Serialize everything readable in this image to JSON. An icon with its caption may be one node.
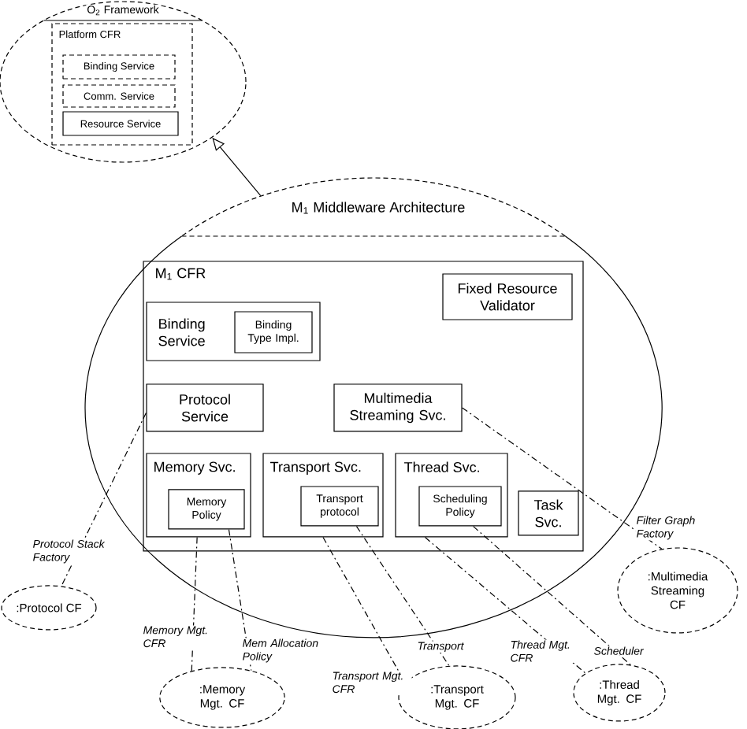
{
  "diagram": {
    "nodes": [
      {
        "text": [
          "O$_{2}$ Framework"
        ]
      },
      {
        "text": [
          "Platform CFR"
        ],
        "in": 0
      },
      {
        "text": [
          "Binding Service"
        ],
        "in": 1
      },
      {
        "text": [
          "Comm. Service"
        ],
        "in": 1
      },
      {
        "text": [
          "Resource Service"
        ],
        "in": 1
      },
      {
        "text": [
          "M$_{1}$ Middleware Architecture"
        ]
      },
      {
        "text": [
          "M$_{1}$ CFR"
        ],
        "in": 5
      },
      {
        "text": [
          "Binding Service"
        ],
        "in": 6
      },
      {
        "text": [
          "Binding Type Impl."
        ],
        "in": 7
      },
      {
        "text": [
          "Fixed Resource Validator"
        ],
        "in": 6
      },
      {
        "text": [
          "Protocol Service"
        ],
        "in": 6
      },
      {
        "text": [
          "Multimedia Streaming Svc."
        ],
        "in": 6
      },
      {
        "text": [
          "Memory Svc."
        ],
        "in": 6
      },
      {
        "text": [
          "Memory Policy"
        ],
        "in": 12
      },
      {
        "text": [
          "Transport Svc."
        ],
        "in": 6
      },
      {
        "text": [
          "Transport protocol"
        ],
        "in": 14
      },
      {
        "text": [
          "Thread Svc."
        ],
        "in": 6
      },
      {
        "text": [
          "Scheduling Policy"
        ],
        "in": 16
      },
      {
        "text": [
          "Task Svc."
        ],
        "in": 6
      },
      {
        "text": [
          ":Protocol CF"
        ]
      },
      {
        "text": [
          ":Memory Mgt. CF"
        ]
      },
      {
        "text": [
          ":Transport Mgt. CF"
        ]
      },
      {
        "text": [
          ":Thread Mgt. CF"
        ]
      },
      {
        "text": [
          ":Multimedia Streaming CF"
        ]
      }
    ],
    "edges": [
      {
        "from": 5,
        "to": 0,
        "arrow": "to"
      },
      {
        "from": 10,
        "to": 19,
        "arrow": "none",
        "label": "Protocol Stack Factory",
        "style": "dashed"
      },
      {
        "from": 12,
        "to": 20,
        "arrow": "none",
        "label": "Memory Mgt. CFR",
        "style": "dashed"
      },
      {
        "from": 13,
        "to": 20,
        "arrow": "none",
        "label": "Mem Allocation Policy",
        "style": "dashed"
      },
      {
        "from": 14,
        "to": 21,
        "arrow": "none",
        "label": "Transport Mgt. CFR",
        "style": "dashed"
      },
      {
        "from": 15,
        "to": 21,
        "arrow": "none",
        "label": "Transport",
        "style": "dashed"
      },
      {
        "from": 16,
        "to": 22,
        "arrow": "none",
        "label": "Thread Mgt. CFR",
        "style": "dashed"
      },
      {
        "from": 17,
        "to": 22,
        "arrow": "none",
        "label": "Scheduler",
        "style": "dashed"
      },
      {
        "from": 11,
        "to": 23,
        "arrow": "none",
        "label": "Filter Graph Factory",
        "style": "dashed"
      }
    ]
  }
}
